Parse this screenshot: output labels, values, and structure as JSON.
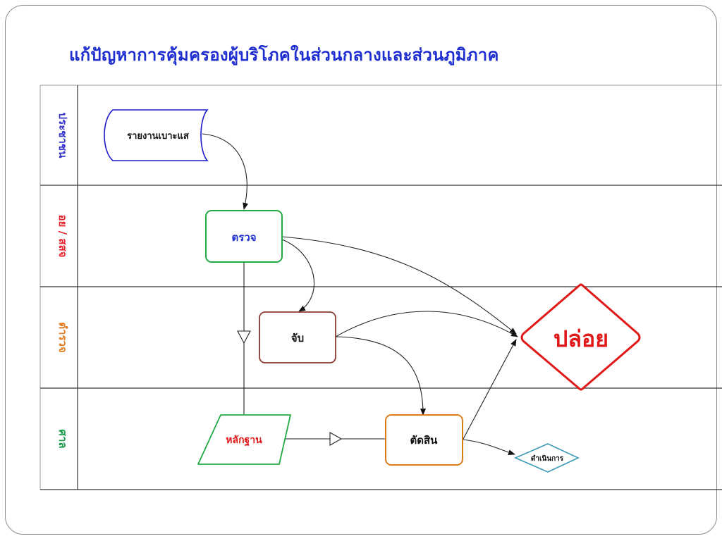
{
  "title": "แก้ปัญหาการคุ้มครองผู้บริโภคในส่วนกลางและส่วนภูมิภาค",
  "lanes": [
    {
      "label": "ประชาชน",
      "color": "#3333cc"
    },
    {
      "label": "อย / สสจ",
      "color": "#e8202a"
    },
    {
      "label": "ตำรวจ",
      "color": "#e07b1c"
    },
    {
      "label": "ศาล",
      "color": "#1a9a4a"
    }
  ],
  "nodes": {
    "report": {
      "label": "รายงานเบาะแส",
      "color": "#1a1acc"
    },
    "inspect": {
      "label": "ตรวจ",
      "color": "#22aa44",
      "text_color": "#1f2fd0"
    },
    "arrest": {
      "label": "จับ",
      "color": "#8b3a30",
      "text_color": "#111111"
    },
    "release": {
      "label": "ปล่อย",
      "color": "#e01818",
      "text_color": "#e01818"
    },
    "evidence": {
      "label": "หลักฐาน",
      "color": "#22aa44",
      "text_color": "#e01818"
    },
    "judge": {
      "label": "ตัดสิน",
      "color": "#e07b1c",
      "text_color": "#111111"
    },
    "proceed": {
      "label": "ดำเนินการ",
      "color": "#3a9ab8",
      "text_color": "#111111"
    }
  }
}
